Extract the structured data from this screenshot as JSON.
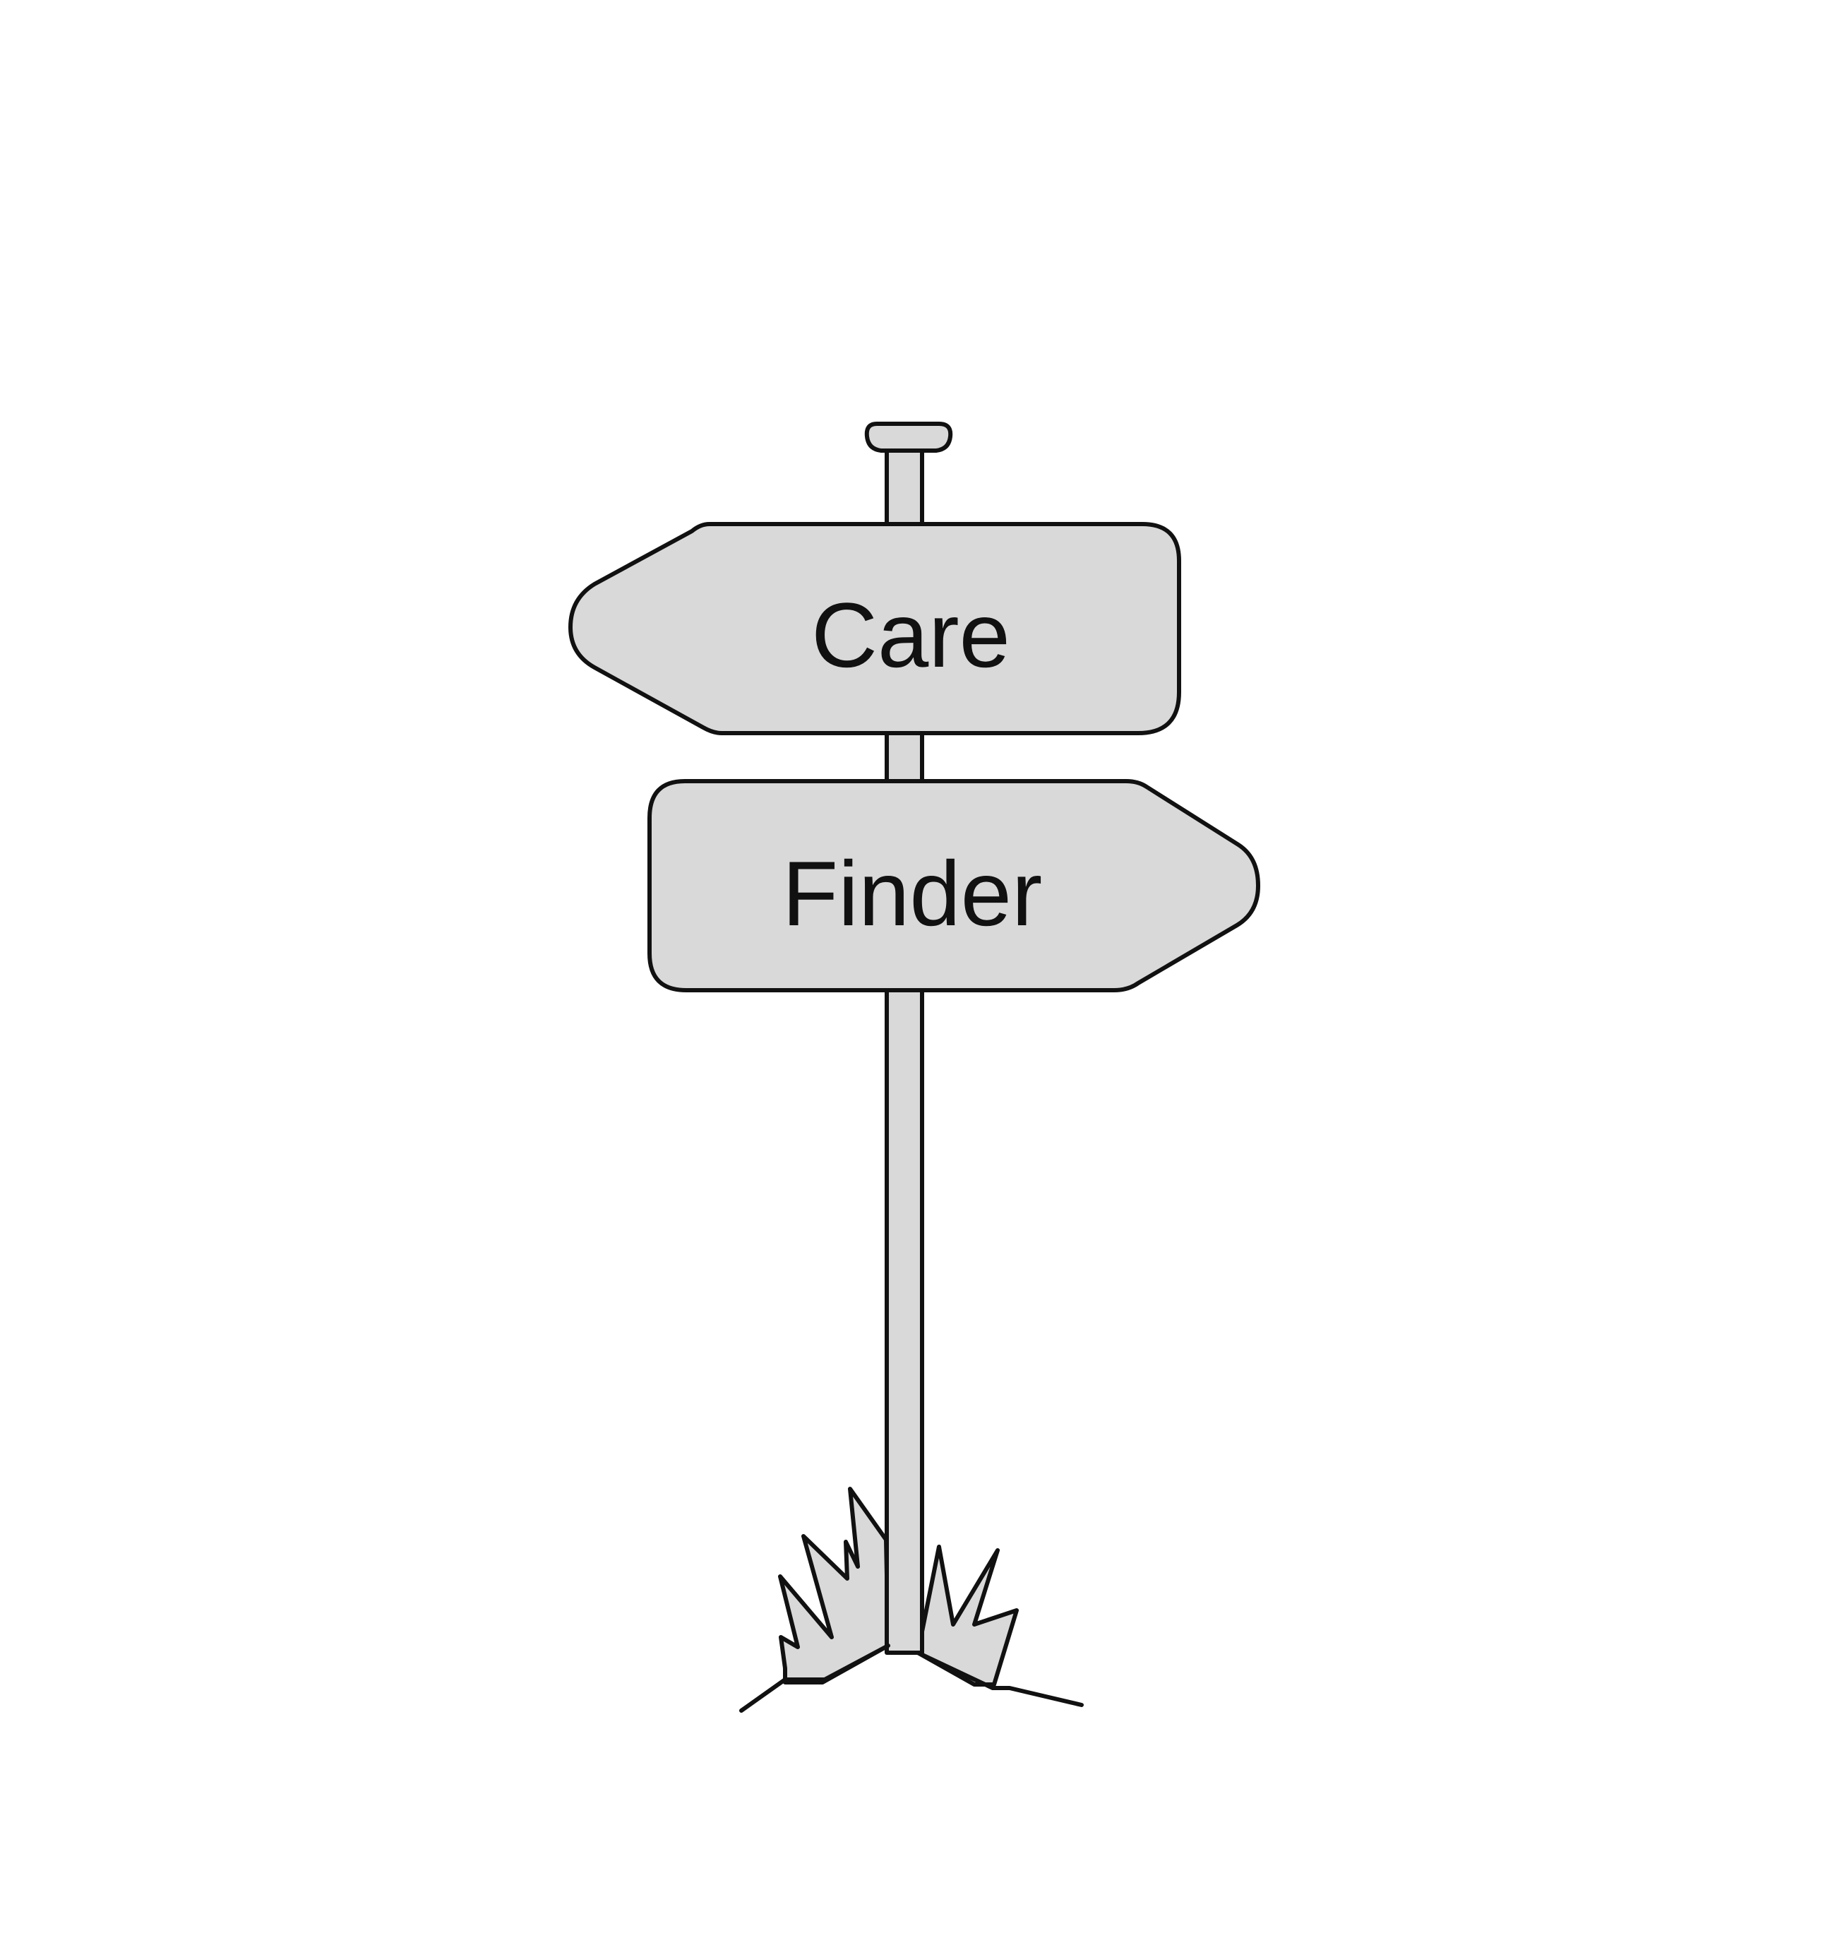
{
  "illustration": {
    "subject": "signpost",
    "fill_color": "#d9d9d9",
    "stroke_color": "#111111",
    "background_color": "#ffffff"
  },
  "signs": {
    "top": {
      "label": "Care",
      "points": "left"
    },
    "bottom": {
      "label": "Finder",
      "points": "right"
    }
  }
}
